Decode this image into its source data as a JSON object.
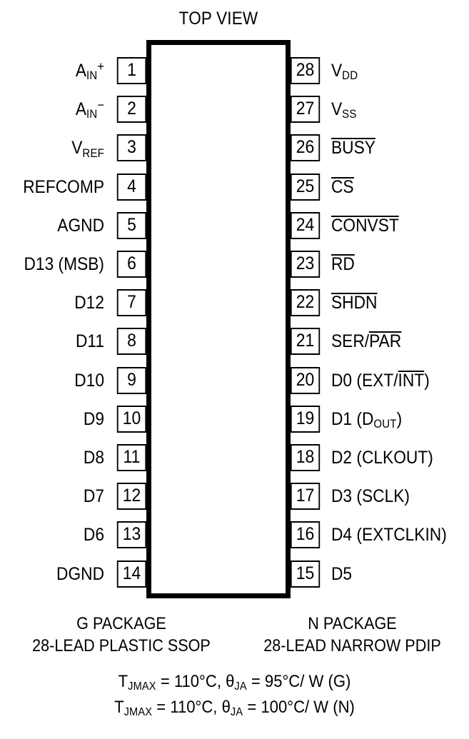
{
  "diagram": {
    "title": "TOP VIEW",
    "device_outline": "28-pin dual-inline package outline",
    "pin_count": 28,
    "left_pins": [
      {
        "number": "1",
        "label": "A<sub>IN</sub><sup>+</sup>",
        "text": "AIN+"
      },
      {
        "number": "2",
        "label": "A<sub>IN</sub><sup>−</sup>",
        "text": "AIN-"
      },
      {
        "number": "3",
        "label": "V<sub>REF</sub>",
        "text": "VREF"
      },
      {
        "number": "4",
        "label": "REFCOMP",
        "text": "REFCOMP"
      },
      {
        "number": "5",
        "label": "AGND",
        "text": "AGND"
      },
      {
        "number": "6",
        "label": "D13 (MSB)",
        "text": "D13 (MSB)"
      },
      {
        "number": "7",
        "label": "D12",
        "text": "D12"
      },
      {
        "number": "8",
        "label": "D11",
        "text": "D11"
      },
      {
        "number": "9",
        "label": "D10",
        "text": "D10"
      },
      {
        "number": "10",
        "label": "D9",
        "text": "D9"
      },
      {
        "number": "11",
        "label": "D8",
        "text": "D8"
      },
      {
        "number": "12",
        "label": "D7",
        "text": "D7"
      },
      {
        "number": "13",
        "label": "D6",
        "text": "D6"
      },
      {
        "number": "14",
        "label": "DGND",
        "text": "DGND"
      }
    ],
    "right_pins": [
      {
        "number": "28",
        "label": "V<sub>DD</sub>",
        "text": "VDD"
      },
      {
        "number": "27",
        "label": "V<sub>SS</sub>",
        "text": "VSS"
      },
      {
        "number": "26",
        "label": "<ovl>BUSY</ovl>",
        "text": "BUSY (active low)"
      },
      {
        "number": "25",
        "label": "<ovl>CS</ovl>",
        "text": "CS (active low)"
      },
      {
        "number": "24",
        "label": "<ovl>CONVST</ovl>",
        "text": "CONVST (active low)"
      },
      {
        "number": "23",
        "label": "<ovl>RD</ovl>",
        "text": "RD (active low)"
      },
      {
        "number": "22",
        "label": "<ovl>SHDN</ovl>",
        "text": "SHDN (active low)"
      },
      {
        "number": "21",
        "label": "SER/<ovl>PAR</ovl>",
        "text": "SER/PAR"
      },
      {
        "number": "20",
        "label": "D0 (EXT/<ovl>INT</ovl>)",
        "text": "D0 (EXT/INT)"
      },
      {
        "number": "19",
        "label": "D1 (D<sub>OUT</sub>)",
        "text": "D1 (DOUT)"
      },
      {
        "number": "18",
        "label": "D2 (CLKOUT)",
        "text": "D2 (CLKOUT)"
      },
      {
        "number": "17",
        "label": "D3 (SCLK)",
        "text": "D3 (SCLK)"
      },
      {
        "number": "16",
        "label": "D4 (EXTCLKIN)",
        "text": "D4 (EXTCLKIN)"
      },
      {
        "number": "15",
        "label": "D5",
        "text": "D5"
      }
    ]
  },
  "captions": {
    "g_package": {
      "name": "G PACKAGE",
      "description": "28-LEAD PLASTIC SSOP"
    },
    "n_package": {
      "name": "N PACKAGE",
      "description": "28-LEAD NARROW PDIP"
    },
    "thermal": [
      "T<sub>JMAX</sub> = 110°C, θ<sub>JA</sub> = 95°C/ W (G)",
      "T<sub>JMAX</sub> = 110°C, θ<sub>JA</sub> = 100°C/ W (N)"
    ]
  },
  "colors": {
    "ink": "#000000",
    "paper": "#ffffff"
  }
}
